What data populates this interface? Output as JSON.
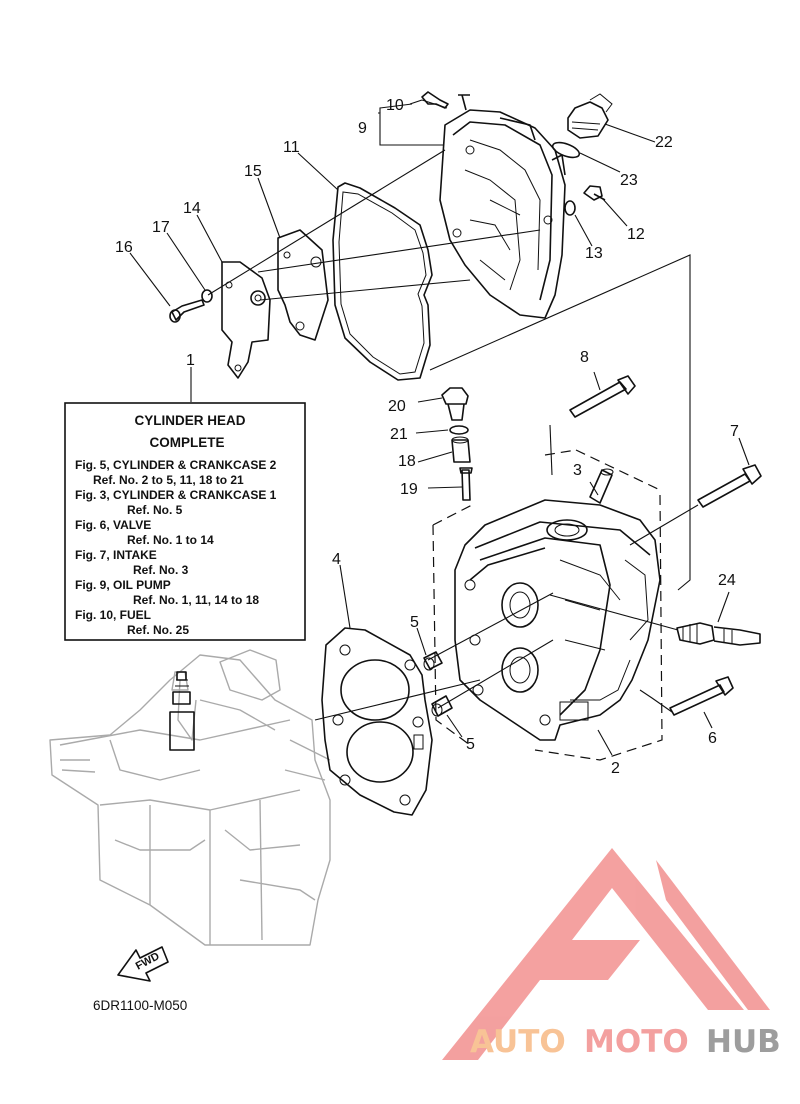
{
  "diagram": {
    "part_labels": {
      "p1": "1",
      "p2": "2",
      "p3": "3",
      "p4": "4",
      "p5a": "5",
      "p5b": "5",
      "p6": "6",
      "p7": "7",
      "p8": "8",
      "p9": "9",
      "p10": "10",
      "p11": "11",
      "p12": "12",
      "p13": "13",
      "p14": "14",
      "p15": "15",
      "p16": "16",
      "p17": "17",
      "p18": "18",
      "p19": "19",
      "p20": "20",
      "p21": "21",
      "p22": "22",
      "p23": "23",
      "p24": "24"
    },
    "info_box": {
      "title_line1": "CYLINDER HEAD",
      "title_line2": "COMPLETE",
      "lines": [
        "Fig. 5, CYLINDER & CRANKCASE 2",
        "Ref. No. 2 to 5, 11, 18 to 21",
        "Fig. 3, CYLINDER & CRANKCASE 1",
        "Ref. No. 5",
        "Fig. 6, VALVE",
        "Ref. No. 1 to 14",
        "Fig. 7, INTAKE",
        "Ref. No. 3",
        "Fig. 9, OIL PUMP",
        "Ref. No. 1, 11, 14 to 18",
        "Fig. 10, FUEL",
        "Ref. No. 25"
      ]
    },
    "fwd_label": "FWD",
    "diagram_code": "6DR1100-M050"
  },
  "watermark": {
    "text_part1": "AUTO",
    "text_part2": "MOTO",
    "text_part3": "HUB",
    "colors": {
      "orange": "#f7b984",
      "red": "#f2908f",
      "gray": "#8c8c8c"
    }
  }
}
